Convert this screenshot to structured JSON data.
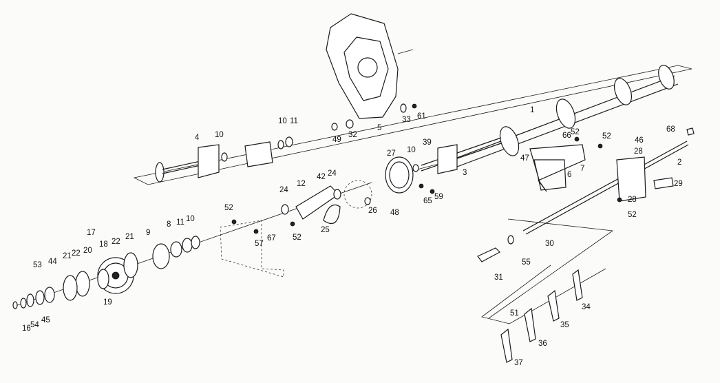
{
  "callouts": {
    "c1": "1",
    "c2": "2",
    "c3": "3",
    "c4": "4",
    "c5": "5",
    "c6": "6",
    "c7": "7",
    "c8": "8",
    "c9": "9",
    "c10a": "10",
    "c10b": "10",
    "c10c": "10",
    "c10d": "10",
    "c11a": "11",
    "c11b": "11",
    "c12": "12",
    "c16": "16",
    "c17": "17",
    "c18": "18",
    "c19": "19",
    "c20": "20",
    "c21a": "21",
    "c21b": "21",
    "c22a": "22",
    "c22b": "22",
    "c24a": "24",
    "c24b": "24",
    "c25": "25",
    "c26": "26",
    "c27": "27",
    "c28a": "28",
    "c28b": "28",
    "c29": "29",
    "c30": "30",
    "c31": "31",
    "c32": "32",
    "c33": "33",
    "c34": "34",
    "c35": "35",
    "c36": "36",
    "c37": "37",
    "c39": "39",
    "c42": "42",
    "c44": "44",
    "c45": "45",
    "c46": "46",
    "c47": "47",
    "c48": "48",
    "c49": "49",
    "c51": "51",
    "c52a": "52",
    "c52b": "52",
    "c52c": "52",
    "c52d": "52",
    "c52e": "52",
    "c53": "53",
    "c54": "54",
    "c55": "55",
    "c57": "57",
    "c59": "59",
    "c61": "61",
    "c65": "65",
    "c66": "66",
    "c67": "67",
    "c68": "68"
  }
}
